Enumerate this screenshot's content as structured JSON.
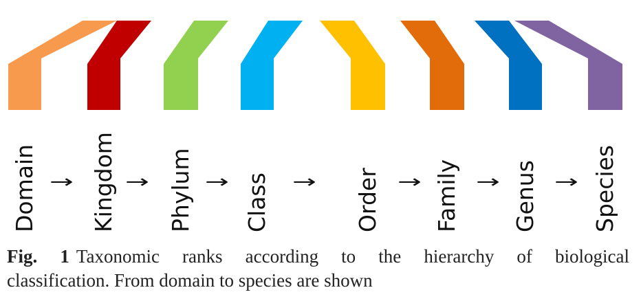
{
  "figure": {
    "ranks": [
      {
        "label": "Domain",
        "color": "#F79A4E"
      },
      {
        "label": "Kingdom",
        "color": "#C00000"
      },
      {
        "label": "Phylum",
        "color": "#92D050"
      },
      {
        "label": "Class",
        "color": "#00B0F0"
      },
      {
        "label": "Order",
        "color": "#FFC000"
      },
      {
        "label": "Family",
        "color": "#E36C0A"
      },
      {
        "label": "Genus",
        "color": "#0070C0"
      },
      {
        "label": "Species",
        "color": "#8064A2"
      }
    ],
    "arrow_symbol": "→"
  },
  "caption": {
    "label": "Fig. 1",
    "line1": "Taxonomic ranks according to the hierarchy of biological",
    "line2": "classification. From domain to species are shown"
  }
}
